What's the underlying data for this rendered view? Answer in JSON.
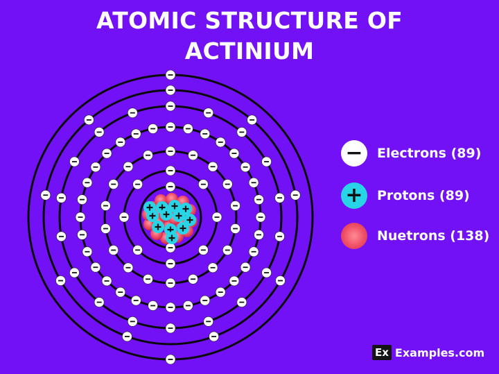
{
  "title": {
    "line1": "ATOMIC STRUCTURE OF",
    "line2": "ACTINIUM"
  },
  "colors": {
    "background": "#7211f5",
    "orbit": "#0a0a0a",
    "electron": "#ffffff",
    "proton": "#27d5e6",
    "neutron": "#ef4f66"
  },
  "atom": {
    "shells": [
      2,
      8,
      18,
      32,
      18,
      9,
      2
    ],
    "nucleus": {
      "protons": 89,
      "neutrons": 138
    }
  },
  "symbols": {
    "electron": "−",
    "proton": "+"
  },
  "legend": [
    {
      "label": "Electrons (89)",
      "icon": "electron-icon",
      "symbol": "−",
      "color": "#ffffff"
    },
    {
      "label": "Protons (89)",
      "icon": "proton-icon",
      "symbol": "+",
      "color": "#27d5e6"
    },
    {
      "label": "Nuetrons (138)",
      "icon": "neutron-icon",
      "symbol": "",
      "color": "#ef4f66"
    }
  ],
  "brand": {
    "logo": "Ex",
    "name": "Examples.com"
  }
}
